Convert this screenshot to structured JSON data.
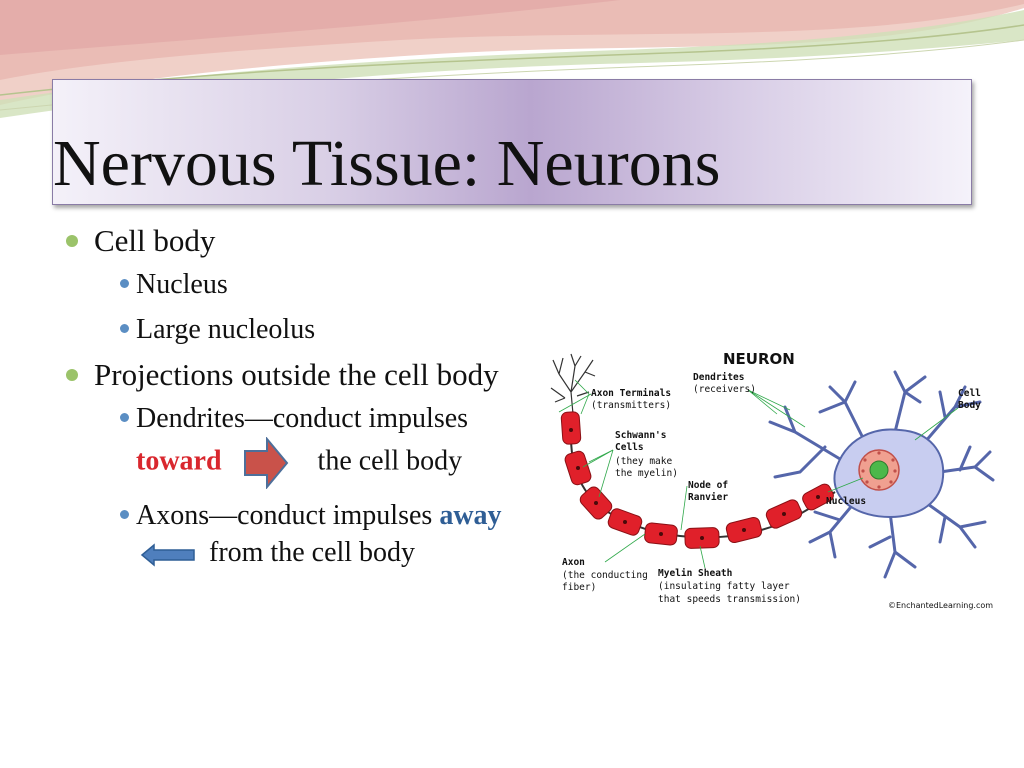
{
  "slide": {
    "title": "Nervous Tissue: Neurons",
    "bullets": {
      "cell_body": "Cell body",
      "nucleus": "Nucleus",
      "nucleolus": "Large nucleolus",
      "projections": "Projections outside the cell body",
      "dendrites_prefix": "Dendrites—conduct impulses",
      "dendrites_keyword": "toward",
      "dendrites_suffix": "the cell body",
      "axons_prefix": "Axons—conduct impulses",
      "axons_keyword": "away",
      "axons_suffix": "from the cell body"
    }
  },
  "diagram": {
    "title": "NEURON",
    "labels": {
      "axon_terminals": "Axon Terminals",
      "axon_terminals_sub": "(transmitters)",
      "dendrites": "Dendrites",
      "dendrites_sub": "(receivers)",
      "cell_body_1": "Cell",
      "cell_body_2": "Body",
      "schwann_1": "Schwann's",
      "schwann_2": "Cells",
      "schwann_sub1": "(they make",
      "schwann_sub2": "the myelin)",
      "node_1": "Node of",
      "node_2": "Ranvier",
      "nucleus": "Nucleus",
      "axon": "Axon",
      "axon_sub1": "(the conducting",
      "axon_sub2": "fiber)",
      "myelin": "Myelin Sheath",
      "myelin_sub1": "(insulating fatty layer",
      "myelin_sub2": "that speeds transmission)",
      "credit": "©EnchantedLearning.com"
    }
  },
  "colors": {
    "title_purple": "#b9a6cf",
    "bullet_green": "#9bc36a",
    "bullet_blue": "#5b8ec3",
    "keyword_red": "#d9272e",
    "keyword_blue": "#2f5e95"
  }
}
